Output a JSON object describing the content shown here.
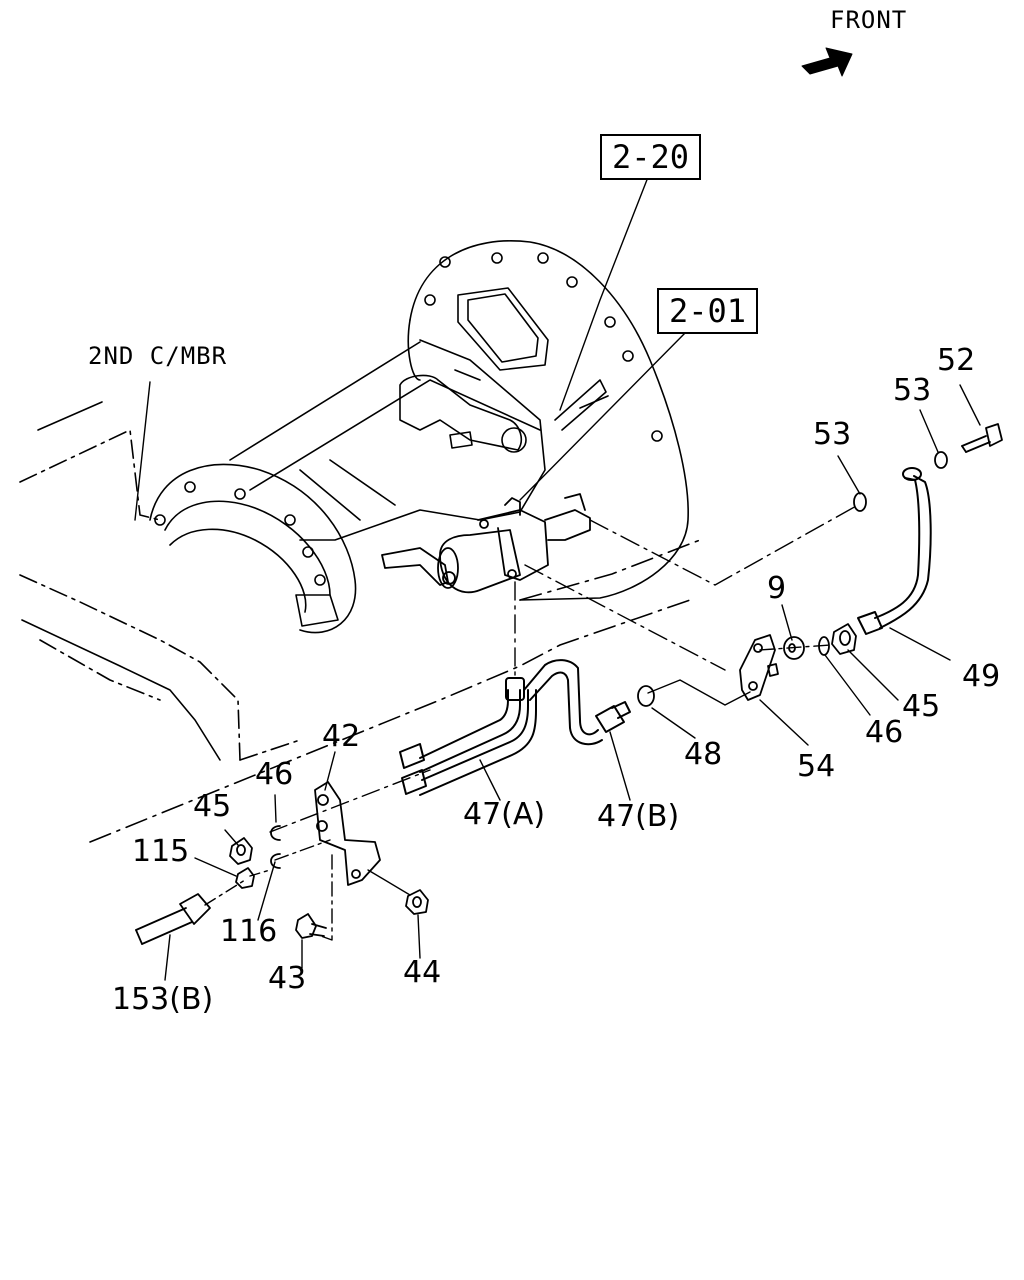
{
  "header": {
    "direction_label": "FRONT"
  },
  "references": {
    "ref_2_20": "2-20",
    "ref_2_01": "2-01",
    "crossmember": "2ND C/MBR"
  },
  "parts": {
    "p9": "9",
    "p42": "42",
    "p43": "43",
    "p44": "44",
    "p45_left": "45",
    "p45_right": "45",
    "p46_left": "46",
    "p46_right": "46",
    "p47a": "47(A)",
    "p47b": "47(B)",
    "p48": "48",
    "p49": "49",
    "p52": "52",
    "p53_left": "53",
    "p53_right": "53",
    "p54": "54",
    "p115": "115",
    "p116": "116",
    "p153b": "153(B)"
  },
  "colors": {
    "ink": "#000000",
    "paper": "#ffffff"
  }
}
